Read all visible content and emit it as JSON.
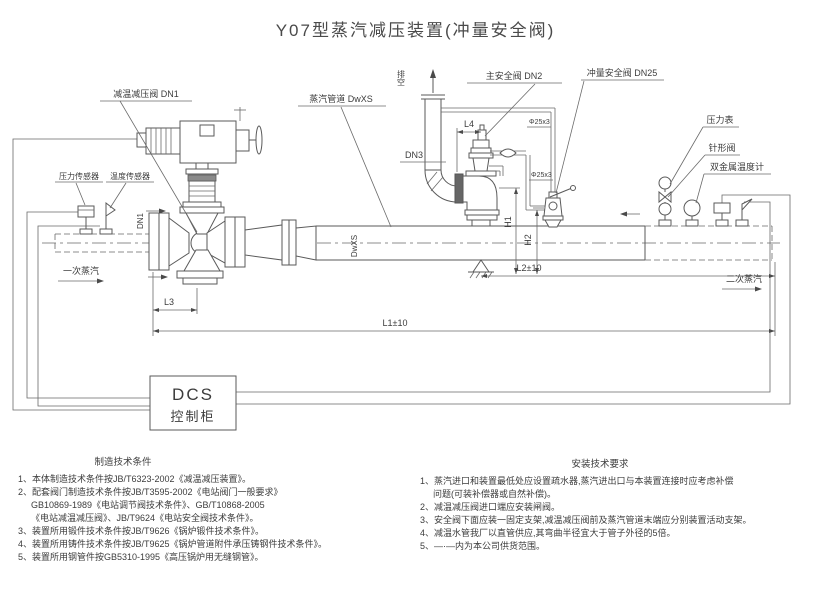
{
  "title": "Y07型蒸汽减压装置(冲量安全阀)",
  "labels": {
    "desuperheating_valve": "减温减压阀 DN1",
    "pressure_transmitter": "压力传感器",
    "temperature_transmitter": "温度传感器",
    "steam_pipe": "蒸汽管道 DwXS",
    "vent": "排空",
    "main_safety_valve": "主安全阀 DN2",
    "impulse_safety_valve": "冲量安全阀 DN25",
    "pressure_gauge": "压力表",
    "needle_valve": "针形阀",
    "bimetal_thermometer": "双金属温度计",
    "primary_steam": "一次蒸汽",
    "secondary_steam": "二次蒸汽",
    "dn1": "DN1",
    "dn3": "DN3",
    "dwxs": "DwXS",
    "impulse_pipe_spec_top": "Φ25x3",
    "impulse_pipe_spec_bottom": "Φ25x3"
  },
  "dimensions": {
    "l1": "L1±10",
    "l2": "L2±10",
    "l3": "L3",
    "l4": "L4",
    "h1": "H1",
    "h2": "H2"
  },
  "dcs": {
    "line1": "DCS",
    "line2": "控制柜"
  },
  "manufacturing_notes": {
    "heading": "制造技术条件",
    "lines": [
      "1、本体制造技术条件按JB/T6323-2002《减温减压装置》。",
      "2、配套阀门制造技术条件按JB/T3595-2002《电站阀门一般要求》",
      "GB10869-1989《电站调节阀技术条件》、GB/T10868-2005",
      "《电站减温减压阀》、JB/T9624《电站安全阀技术条件》。",
      "3、装置所用锻件技术条件按JB/T9626《锅炉锻件技术条件》。",
      "4、装置所用铸件技术条件按JB/T9625《锅炉管道附件承压铸钢件技术条件》。",
      "5、装置所用钢管件按GB5310-1995《高压锅炉用无缝钢管》。"
    ]
  },
  "installation_notes": {
    "heading": "安装技术要求",
    "lines": [
      "1、蒸汽进口和装置最低处应设置疏水器,蒸汽进出口与本装置连接时应考虑补偿",
      "问题(可装补偿器或自然补偿)。",
      "2、减温减压阀进口端应安装闸阀。",
      "3、安全阀下面应装一固定支架,减温减压阀前及蒸汽管道末端应分别装置活动支架。",
      "4、减温水管我厂以直管供应,其弯曲半径宜大于管子外径的5倍。",
      "5、—·—内为本公司供货范围。"
    ]
  },
  "colors": {
    "line": "#5a5a5a",
    "text": "#3c3c3c",
    "background": "#ffffff"
  }
}
